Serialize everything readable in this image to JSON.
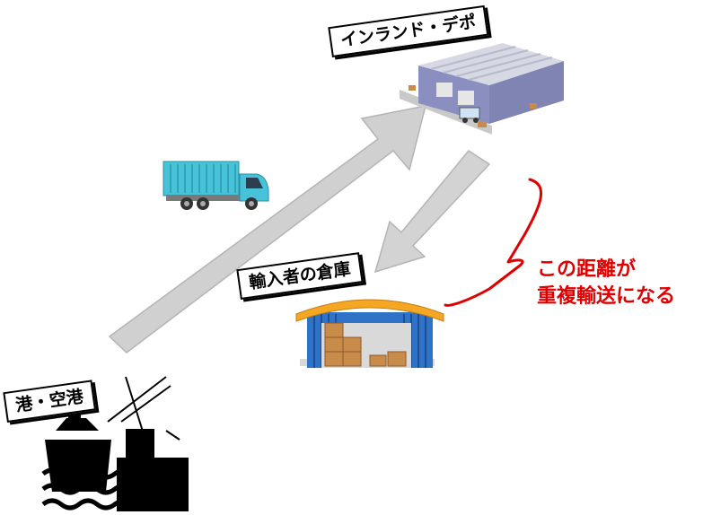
{
  "labels": {
    "inland_depot": "インランド・デポ",
    "importer_warehouse": "輸入者の倉庫",
    "port": "港・空港"
  },
  "annotation": {
    "line1": "この距離が",
    "line2": "重複輸送になる",
    "color": "#e00000"
  },
  "colors": {
    "arrow_fill": "#d0d0d0",
    "arrow_stroke": "#b4b4b4",
    "truck_container": "#46c3d8",
    "warehouse_wall": "#2f73c8",
    "warehouse_roof": "#f5a623",
    "depot_wall": "#8a8fbf",
    "port_silhouette": "#000000"
  }
}
